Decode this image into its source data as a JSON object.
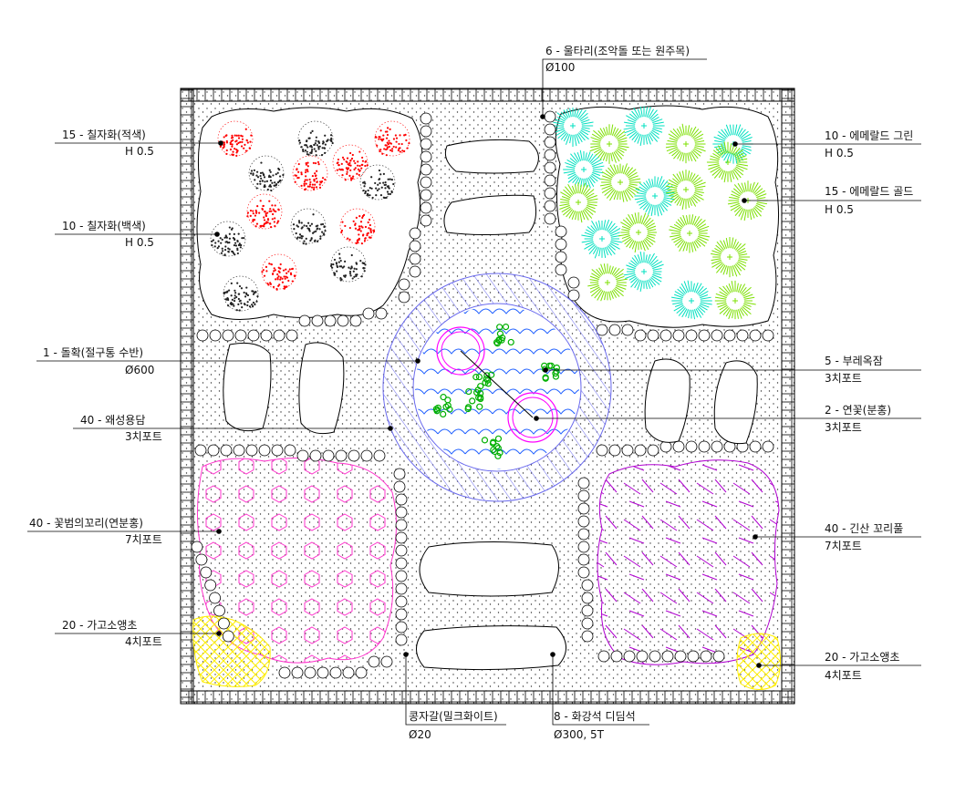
{
  "plan": {
    "labels": {
      "ulttari": {
        "name": "6 - 울타리(조악돌 또는 원주목)",
        "spec": "Ø100"
      },
      "chiljawha_red": {
        "name": "15 - 칠자화(적색)",
        "spec": "H 0.5"
      },
      "chiljawha_white": {
        "name": "10 - 칠자화(백색)",
        "spec": "H 0.5"
      },
      "dolhwak": {
        "name": "1 - 돌확(절구통 수반)",
        "spec": "Ø600"
      },
      "waesong": {
        "name": "40 - 왜성용담",
        "spec": "3치포트"
      },
      "kkotbeom": {
        "name": "40 - 꽃범의꼬리(연분홍)",
        "spec": "7치포트"
      },
      "gago_left": {
        "name": "20 - 가고소앵초",
        "spec": "4치포트"
      },
      "emerald_green": {
        "name": "10 - 에메랄드 그린",
        "spec": "H 0.5"
      },
      "emerald_gold": {
        "name": "15 - 에메랄드 골드",
        "spec": "H 0.5"
      },
      "bure": {
        "name": "5 - 부레옥잠",
        "spec": "3치포트"
      },
      "lotus": {
        "name": "2 - 연꽃(분홍)",
        "spec": "3치포트"
      },
      "ginsan": {
        "name": "40 - 긴산 꼬리풀",
        "spec": "7치포트"
      },
      "gago_right": {
        "name": "20 - 가고소앵초",
        "spec": "4치포트"
      },
      "kongjagal": {
        "name": "콩자갈(밀크화이트)",
        "spec": "Ø20"
      },
      "stepping": {
        "name": "8 - 화강석 디딤석",
        "spec": "Ø300, 5T"
      }
    },
    "colors": {
      "red_shrub": "#ff0000",
      "white_shrub": "#222222",
      "pond_water": "#2060ff",
      "hatch": "#6a6aee",
      "lotus": "#ff00ff",
      "floating_plant": "#00b000",
      "pink_bed": "#ff33cc",
      "purple_bed": "#b000d0",
      "yellow_bed": "#ffee00",
      "emerald_green": "#00e0c0",
      "emerald_gold": "#7ce000"
    }
  }
}
